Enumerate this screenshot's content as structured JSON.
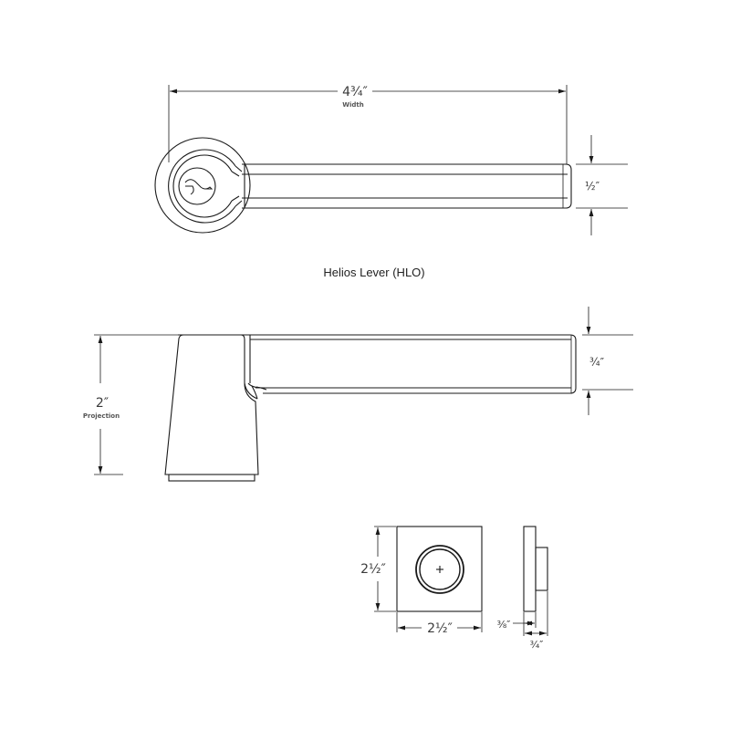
{
  "title": "Helios Lever (HLO)",
  "colors": {
    "line": "#1a1a1a",
    "text": "#3a3a3a",
    "background": "#ffffff"
  },
  "top_view": {
    "width_dimension": "4¾″",
    "width_label": "Width",
    "height_dimension": "½″"
  },
  "side_view": {
    "projection_dimension": "2″",
    "projection_label": "Projection",
    "lever_thickness_dimension": "¾″"
  },
  "rose_view": {
    "height_dimension": "2½″",
    "width_dimension": "2½″",
    "plate_thickness_dimension": "⅜″",
    "total_thickness_dimension": "¾″"
  }
}
